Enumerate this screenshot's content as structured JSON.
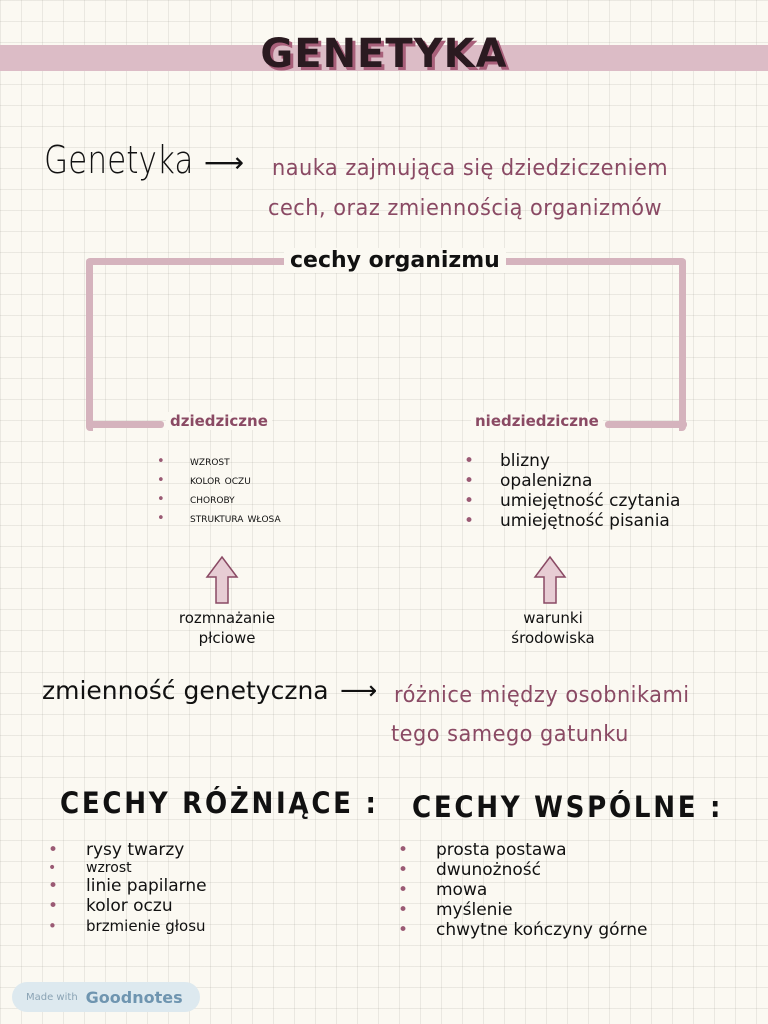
{
  "title": "GENETYKA",
  "definition": {
    "term": "Genetyka",
    "arrow": "⟶",
    "line1": "nauka zajmująca się  dziedziczeniem",
    "line2": "cech, oraz zmiennością organizmów"
  },
  "traits": {
    "heading": "cechy organizmu",
    "inherited": {
      "label": "dziedziczne",
      "items": [
        "wzrost",
        "kolor oczu",
        "choroby",
        "struktura włosa"
      ],
      "cause": [
        "rozmnażanie",
        "płciowe"
      ]
    },
    "non_inherited": {
      "label": "niedziedziczne",
      "items": [
        "blizny",
        "opalenizna",
        "umiejętność czytania",
        "umiejętność pisania"
      ],
      "cause": [
        "warunki",
        "środowiska"
      ]
    }
  },
  "variability": {
    "term": "zmienność genetyczna",
    "arrow": "⟶",
    "line1": "różnice między  osobnikami",
    "line2": "tego samego gatunku"
  },
  "different": {
    "heading": "CECHY RÓŻNIĄCE :",
    "items": [
      "rysy twarzy",
      "wzrost",
      "linie papilarne",
      "kolor oczu",
      "brzmienie głosu"
    ]
  },
  "common": {
    "heading": "CECHY WSPÓLNE :",
    "items": [
      "prosta postawa",
      "dwunożność",
      "mowa",
      "myślenie",
      "chwytne kończyny górne"
    ]
  },
  "badge": {
    "made_with": "Made with",
    "brand": "Goodnotes"
  },
  "colors": {
    "accent": "#d5b3bd",
    "plum": "#8a4a64",
    "banner": "#dcbcc6"
  }
}
